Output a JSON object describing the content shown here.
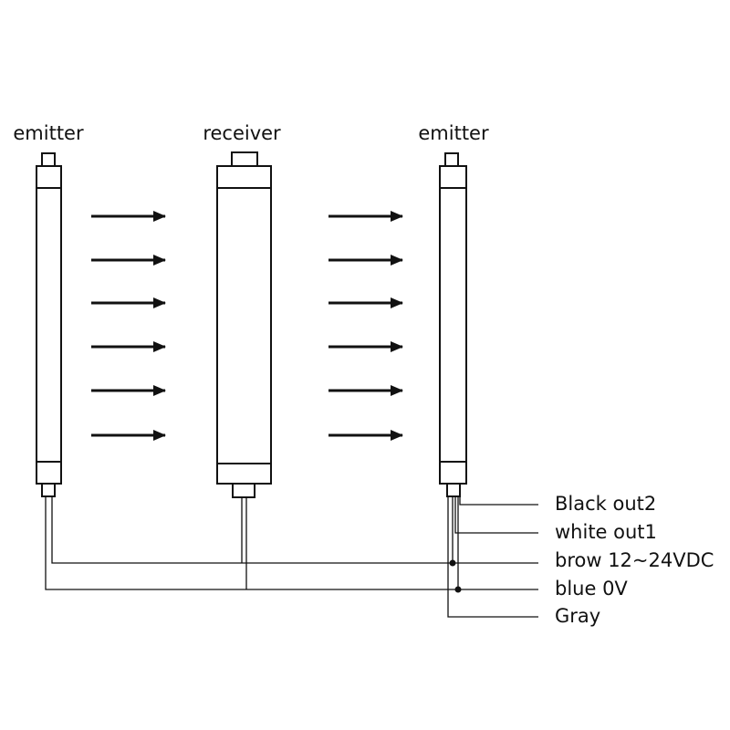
{
  "devices": [
    {
      "title": "emitter"
    },
    {
      "title": "receiver"
    },
    {
      "title": "emitter"
    }
  ],
  "wires": [
    {
      "label": "Black out2"
    },
    {
      "label": "white out1"
    },
    {
      "label": "brow 12~24VDC"
    },
    {
      "label": "blue 0V"
    },
    {
      "label": "Gray"
    }
  ],
  "colors": {
    "stroke": "#111111",
    "background": "#ffffff"
  }
}
